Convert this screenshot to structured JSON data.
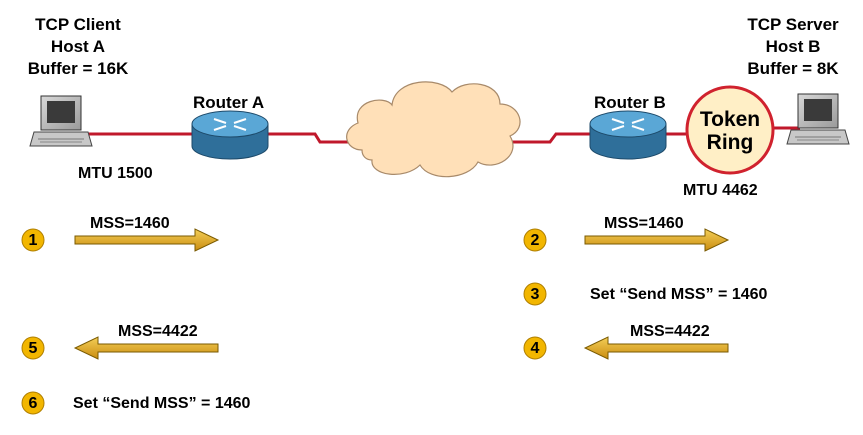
{
  "host_a": {
    "line1": "TCP Client",
    "line2": "Host A",
    "line3": "Buffer = 16K",
    "mtu": "MTU 1500"
  },
  "host_b": {
    "line1": "TCP Server",
    "line2": "Host B",
    "line3": "Buffer = 8K",
    "mtu": "MTU 4462"
  },
  "router_a": {
    "label": "Router A"
  },
  "router_b": {
    "label": "Router B"
  },
  "token_ring": {
    "line1": "Token",
    "line2": "Ring"
  },
  "steps": [
    {
      "num": "1",
      "text": "MSS=1460"
    },
    {
      "num": "2",
      "text": "MSS=1460"
    },
    {
      "num": "3",
      "text": "Set “Send MSS” = 1460"
    },
    {
      "num": "4",
      "text": "MSS=4422"
    },
    {
      "num": "5",
      "text": "MSS=4422"
    },
    {
      "num": "6",
      "text": "Set “Send MSS” = 1460"
    }
  ],
  "colors": {
    "link": "#c0182b",
    "cloud": "#ffe0b8",
    "router": "#3a8bc0",
    "token_ring_border": "#d0222e",
    "token_ring_fill": "#ffefc6",
    "arrow": "#e8b12a",
    "badge": "#f2b600"
  }
}
